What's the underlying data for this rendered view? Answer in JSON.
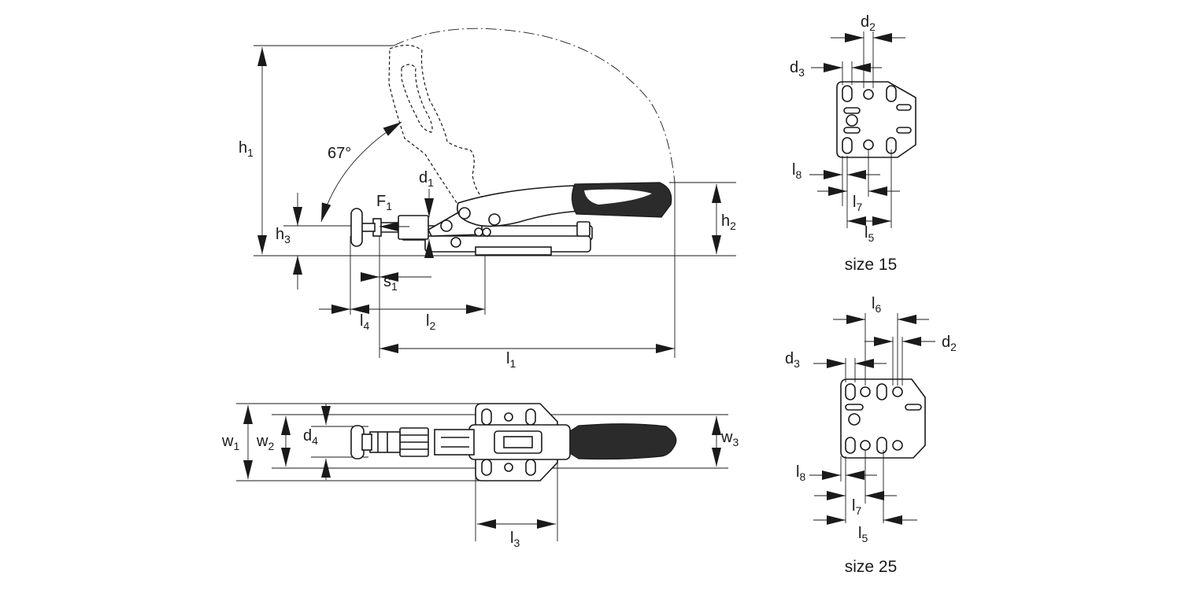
{
  "side_view": {
    "angle_label": "67°",
    "dims": {
      "h1": {
        "base": "h",
        "sub": "1"
      },
      "h2": {
        "base": "h",
        "sub": "2"
      },
      "h3": {
        "base": "h",
        "sub": "3"
      },
      "d1": {
        "base": "d",
        "sub": "1"
      },
      "F1": {
        "base": "F",
        "sub": "1"
      },
      "s1": {
        "base": "s",
        "sub": "1"
      },
      "l4": {
        "base": "l",
        "sub": "4"
      },
      "l2": {
        "base": "l",
        "sub": "2"
      },
      "l1": {
        "base": "l",
        "sub": "1"
      }
    }
  },
  "top_view": {
    "dims": {
      "w1": {
        "base": "w",
        "sub": "1"
      },
      "w2": {
        "base": "w",
        "sub": "2"
      },
      "d4": {
        "base": "d",
        "sub": "4"
      },
      "w3": {
        "base": "w",
        "sub": "3"
      },
      "l3": {
        "base": "l",
        "sub": "3"
      }
    }
  },
  "base_size15": {
    "caption": "size 15",
    "dims": {
      "d2": {
        "base": "d",
        "sub": "2"
      },
      "d3": {
        "base": "d",
        "sub": "3"
      },
      "l8": {
        "base": "l",
        "sub": "8"
      },
      "l7": {
        "base": "l",
        "sub": "7"
      },
      "l5": {
        "base": "l",
        "sub": "5"
      }
    }
  },
  "base_size25": {
    "caption": "size 25",
    "dims": {
      "l6": {
        "base": "l",
        "sub": "6"
      },
      "d2": {
        "base": "d",
        "sub": "2"
      },
      "d3": {
        "base": "d",
        "sub": "3"
      },
      "l8": {
        "base": "l",
        "sub": "8"
      },
      "l7": {
        "base": "l",
        "sub": "7"
      },
      "l5": {
        "base": "l",
        "sub": "5"
      }
    }
  }
}
